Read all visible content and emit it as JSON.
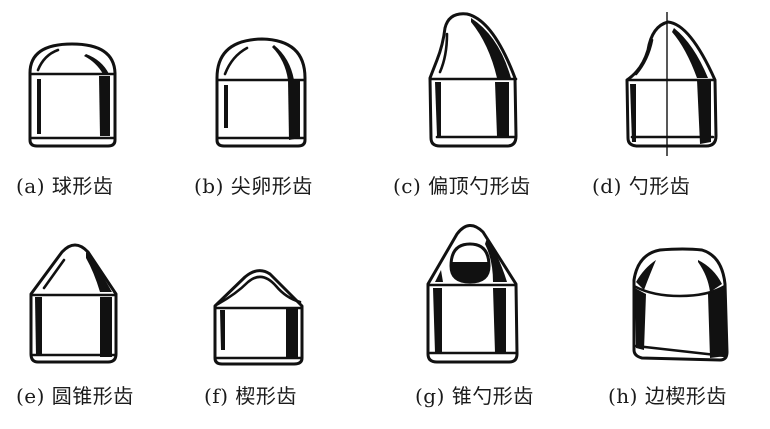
{
  "figure": {
    "items": [
      {
        "id": "a",
        "label": "(a) 球形齿",
        "shape": "spherical-tooth"
      },
      {
        "id": "b",
        "label": "(b) 尖卵形齿",
        "shape": "sharp-ovoid-tooth"
      },
      {
        "id": "c",
        "label": "(c) 偏顶勺形齿",
        "shape": "offset-top-scoop-tooth"
      },
      {
        "id": "d",
        "label": "(d) 勺形齿",
        "shape": "scoop-tooth"
      },
      {
        "id": "e",
        "label": "(e) 圆锥形齿",
        "shape": "conical-tooth"
      },
      {
        "id": "f",
        "label": "(f) 楔形齿",
        "shape": "wedge-tooth"
      },
      {
        "id": "g",
        "label": "(g) 锥勺形齿",
        "shape": "cone-scoop-tooth"
      },
      {
        "id": "h",
        "label": "(h) 边楔形齿",
        "shape": "edge-wedge-tooth"
      }
    ]
  }
}
